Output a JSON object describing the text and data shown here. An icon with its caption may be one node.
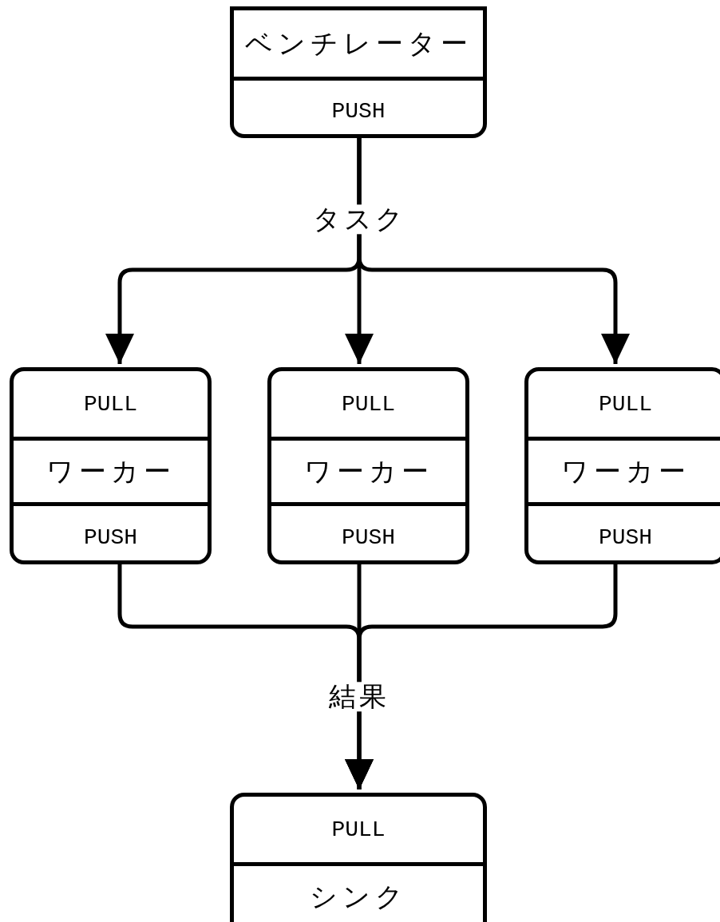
{
  "diagram": {
    "nodes": [
      {
        "text": [
          "ベンチレーター",
          "PUSH"
        ]
      },
      {
        "text": [
          "PULL",
          "ワーカー",
          "PUSH"
        ]
      },
      {
        "text": [
          "PULL",
          "ワーカー",
          "PUSH"
        ]
      },
      {
        "text": [
          "PULL",
          "ワーカー",
          "PUSH"
        ]
      },
      {
        "text": [
          "PULL",
          "シンク"
        ]
      }
    ],
    "edges": [
      {
        "from": 0,
        "to": 1,
        "arrow": "to"
      },
      {
        "from": 0,
        "to": 2,
        "arrow": "to",
        "label": "タスク"
      },
      {
        "from": 0,
        "to": 3,
        "arrow": "to"
      },
      {
        "from": 1,
        "to": 4,
        "arrow": "to"
      },
      {
        "from": 2,
        "to": 4,
        "arrow": "to",
        "label": "結果"
      },
      {
        "from": 3,
        "to": 4,
        "arrow": "to"
      }
    ]
  }
}
